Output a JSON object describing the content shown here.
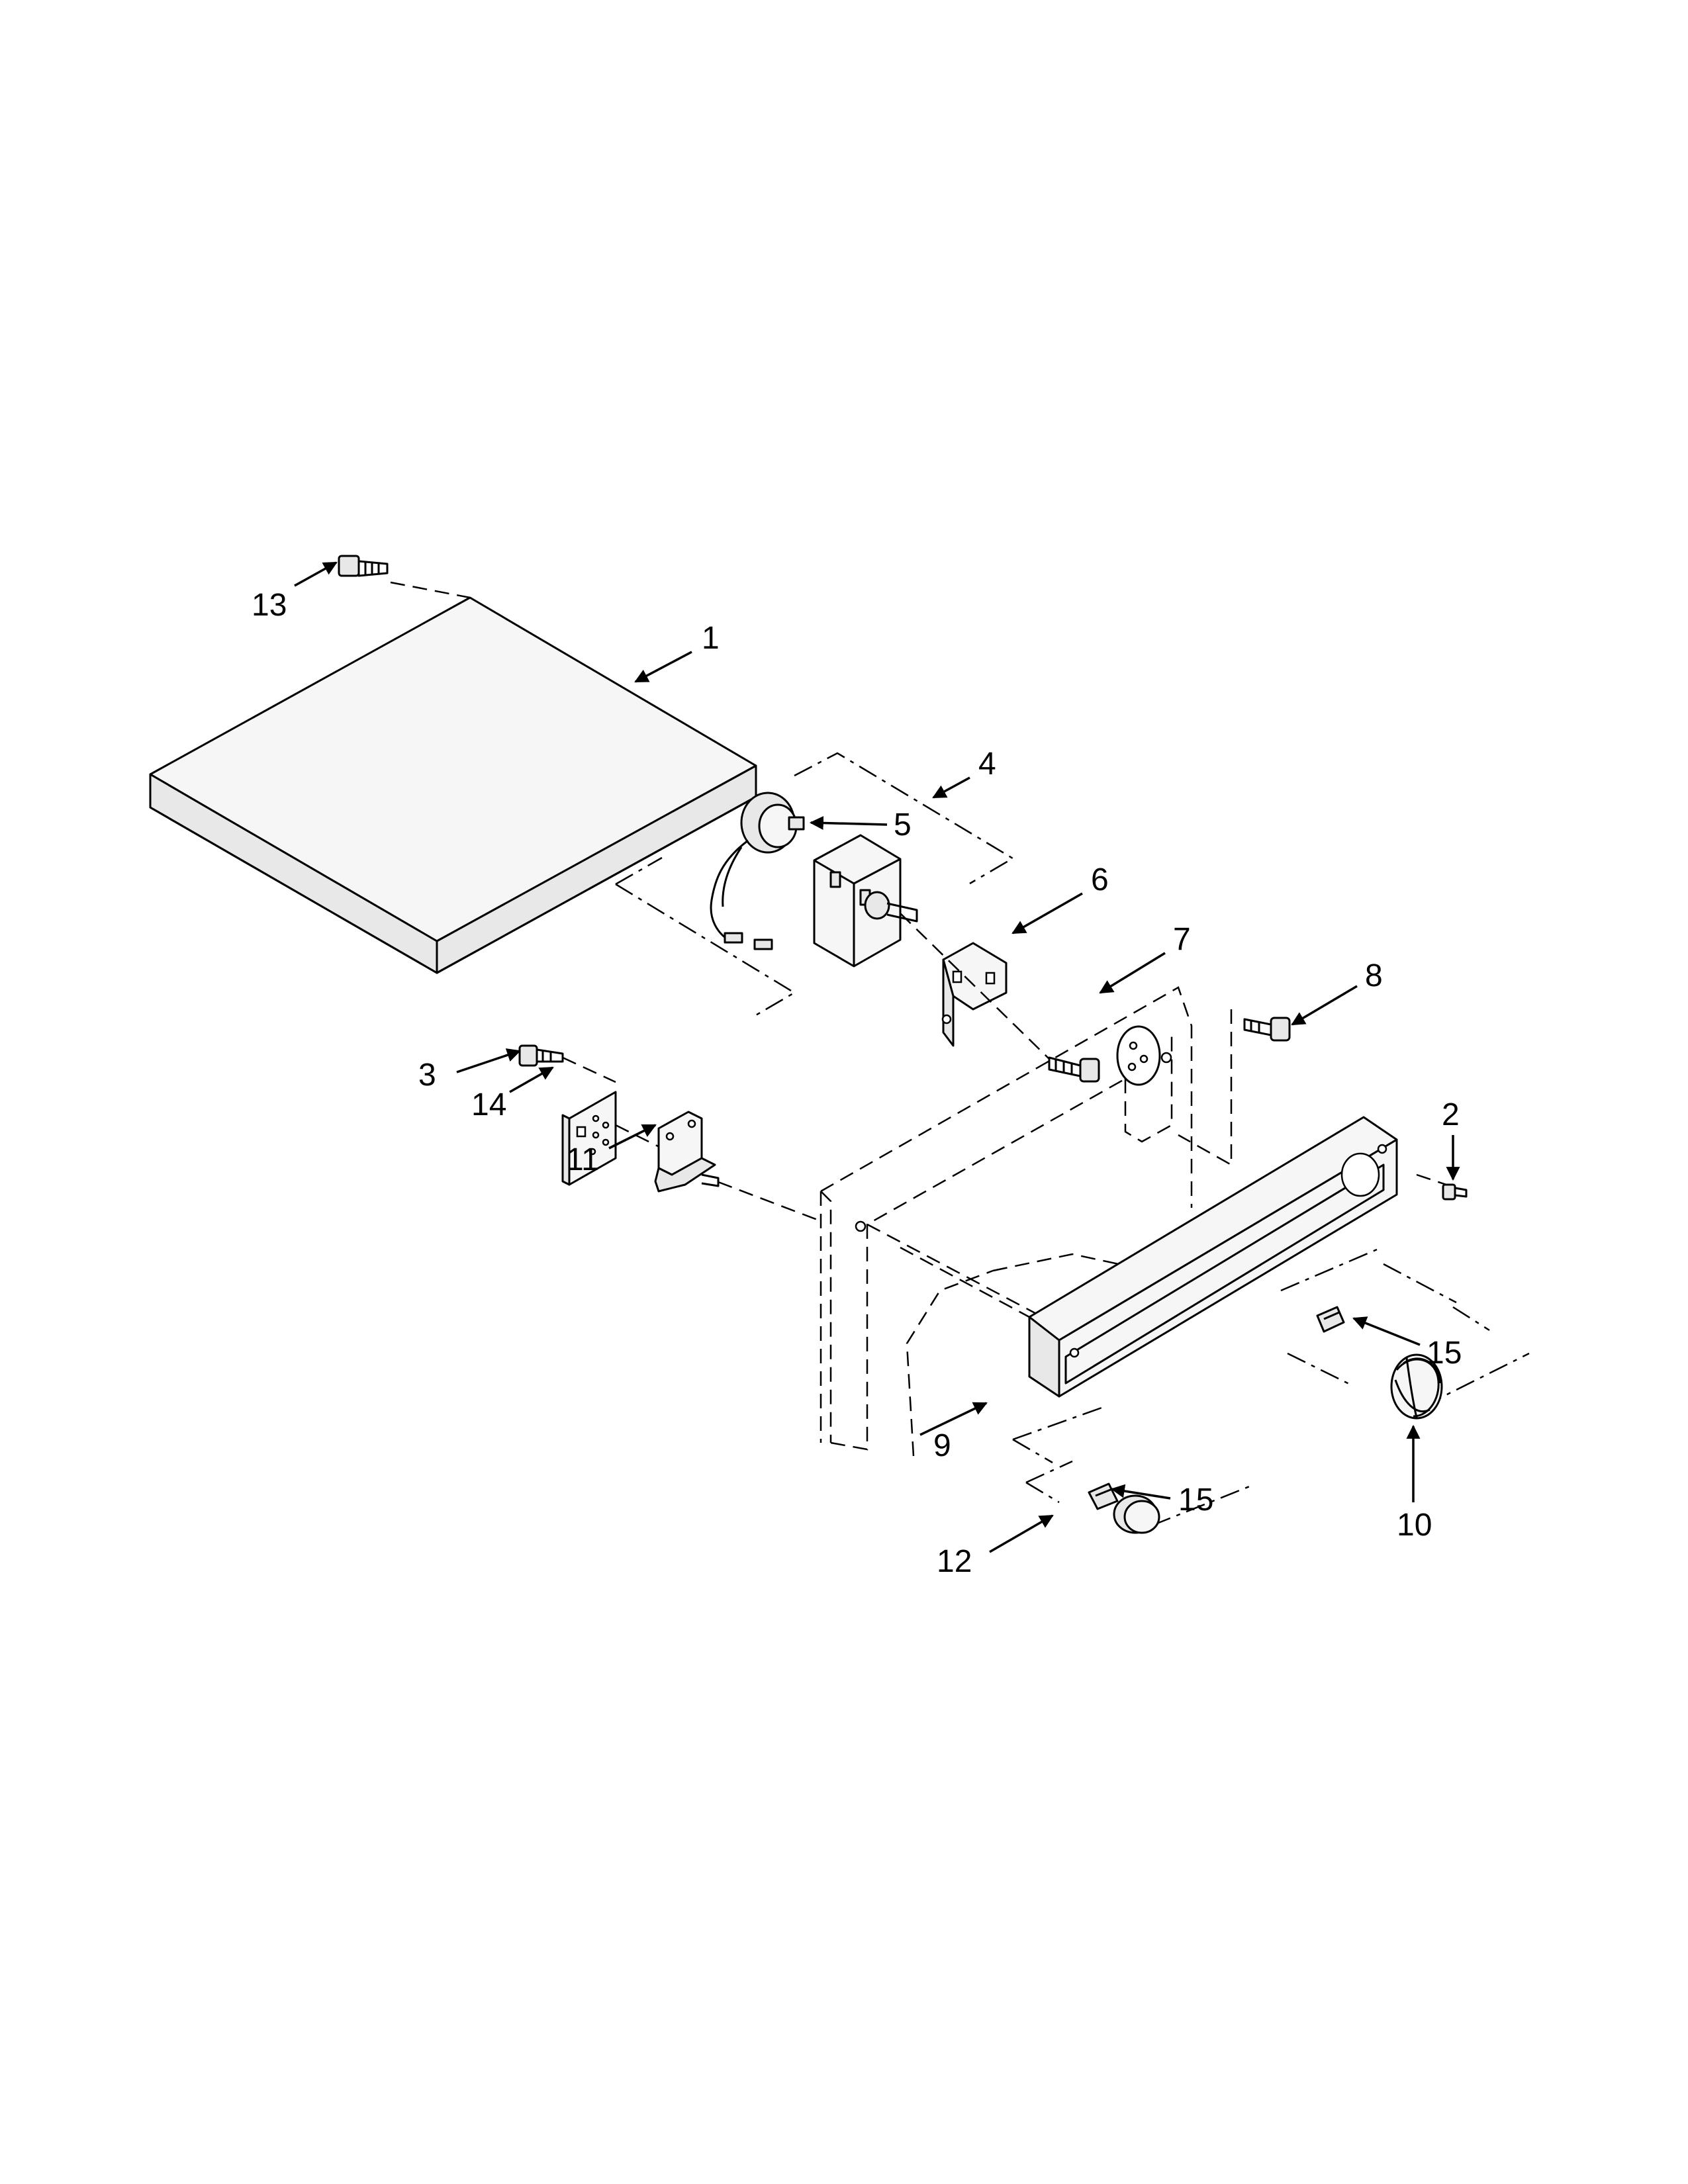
{
  "diagram": {
    "callouts": [
      "13",
      "1",
      "4",
      "5",
      "6",
      "7",
      "8",
      "3",
      "14",
      "11",
      "2",
      "15",
      "10",
      "9",
      "15",
      "12"
    ]
  }
}
